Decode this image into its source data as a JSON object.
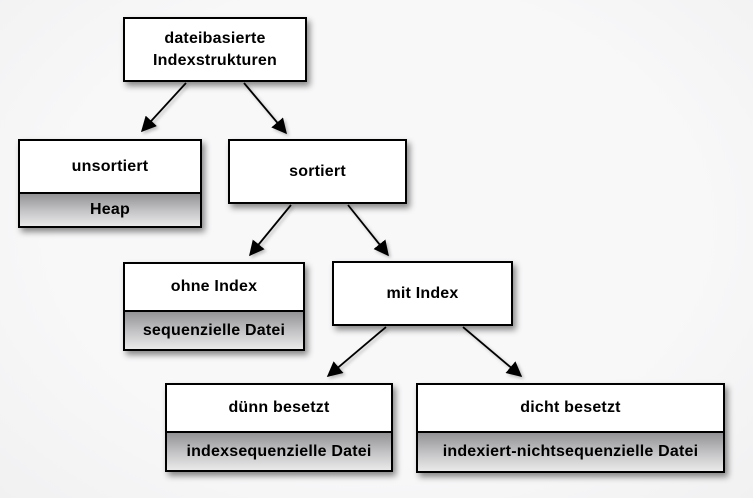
{
  "diagram": {
    "title": "dateibasierte Indexstrukturen",
    "type": "tree",
    "nodes": [
      {
        "id": "root",
        "label": "dateibasierte Indexstrukturen",
        "sublabel": null
      },
      {
        "id": "unsortiert",
        "label": "unsortiert",
        "sublabel": "Heap"
      },
      {
        "id": "sortiert",
        "label": "sortiert",
        "sublabel": null
      },
      {
        "id": "ohne-index",
        "label": "ohne Index",
        "sublabel": "sequenzielle Datei"
      },
      {
        "id": "mit-index",
        "label": "mit Index",
        "sublabel": null
      },
      {
        "id": "duenn-besetzt",
        "label": "dünn besetzt",
        "sublabel": "indexsequenzielle Datei"
      },
      {
        "id": "dicht-besetzt",
        "label": "dicht besetzt",
        "sublabel": "indexiert-nichtsequenzielle Datei"
      }
    ],
    "edges": [
      {
        "from": "root",
        "to": "unsortiert"
      },
      {
        "from": "root",
        "to": "sortiert"
      },
      {
        "from": "sortiert",
        "to": "ohne-index"
      },
      {
        "from": "sortiert",
        "to": "mit-index"
      },
      {
        "from": "mit-index",
        "to": "duenn-besetzt"
      },
      {
        "from": "mit-index",
        "to": "dicht-besetzt"
      }
    ],
    "colors": {
      "background": "#f5f5f6",
      "node_fill": "#ffffff",
      "node_border": "#000000",
      "sublabel_gradient_top": "#939396",
      "sublabel_gradient_bottom": "#e9e9ea",
      "text": "#000000",
      "arrow": "#000000"
    }
  }
}
